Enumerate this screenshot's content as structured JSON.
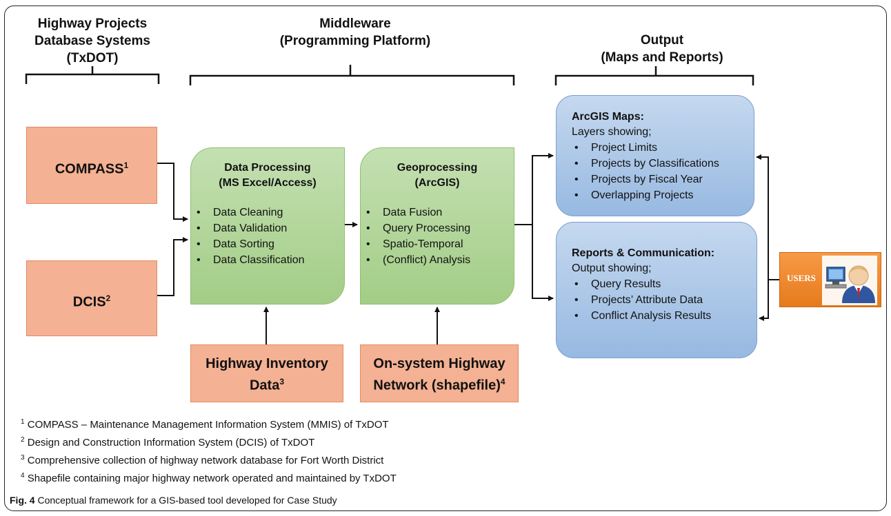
{
  "headers": {
    "left": [
      "Highway Projects",
      "Database Systems (TxDOT)"
    ],
    "middle": [
      "Middleware",
      "(Programming Platform)"
    ],
    "right": [
      "Output",
      "(Maps and Reports)"
    ]
  },
  "sources": {
    "compass": {
      "label": "COMPASS",
      "sup": "1"
    },
    "dcis": {
      "label": "DCIS",
      "sup": "2"
    }
  },
  "inputs": {
    "inventory": {
      "line1": "Highway Inventory",
      "line2": "Data",
      "sup": "3"
    },
    "network": {
      "line1": "On-system Highway",
      "line2": "Network (shapefile)",
      "sup": "4"
    }
  },
  "processing": {
    "data_processing": {
      "title": [
        "Data Processing",
        "(MS Excel/Access)"
      ],
      "items": [
        "Data Cleaning",
        "Data Validation",
        "Data Sorting",
        "Data Classification"
      ]
    },
    "geoprocessing": {
      "title": [
        "Geoprocessing",
        "(ArcGIS)"
      ],
      "items": [
        "Data Fusion",
        "Query Processing",
        "Spatio-Temporal",
        "(Conflict) Analysis"
      ]
    }
  },
  "outputs": {
    "maps": {
      "title": "ArcGIS Maps:",
      "subtitle": "Layers showing;",
      "items": [
        "Project Limits",
        "Projects by Classifications",
        "Projects by Fiscal Year",
        "Overlapping Projects"
      ]
    },
    "reports": {
      "title": "Reports & Communication:",
      "subtitle": "Output showing;",
      "items": [
        "Query Results",
        "Projects’ Attribute Data",
        "Conflict Analysis Results"
      ]
    }
  },
  "users": {
    "label": "USERS",
    "icon": "user-computer-icon"
  },
  "footnotes": [
    {
      "n": "1",
      "text": "COMPASS – Maintenance Management Information System (MMIS) of TxDOT"
    },
    {
      "n": "2",
      "text": "Design and Construction Information System (DCIS) of TxDOT"
    },
    {
      "n": "3",
      "text": "Comprehensive collection of highway network database for Fort Worth District"
    },
    {
      "n": "4",
      "text": "Shapefile containing major highway network operated and maintained by TxDOT"
    }
  ],
  "caption": {
    "label": "Fig. 4",
    "text": "Conceptual framework for a GIS-based tool developed for Case Study"
  },
  "colors": {
    "source_fill": "#f4b193",
    "process_fill": "#a9d18e",
    "output_fill": "#9dc3e6",
    "users_fill": "#ed7d31"
  }
}
